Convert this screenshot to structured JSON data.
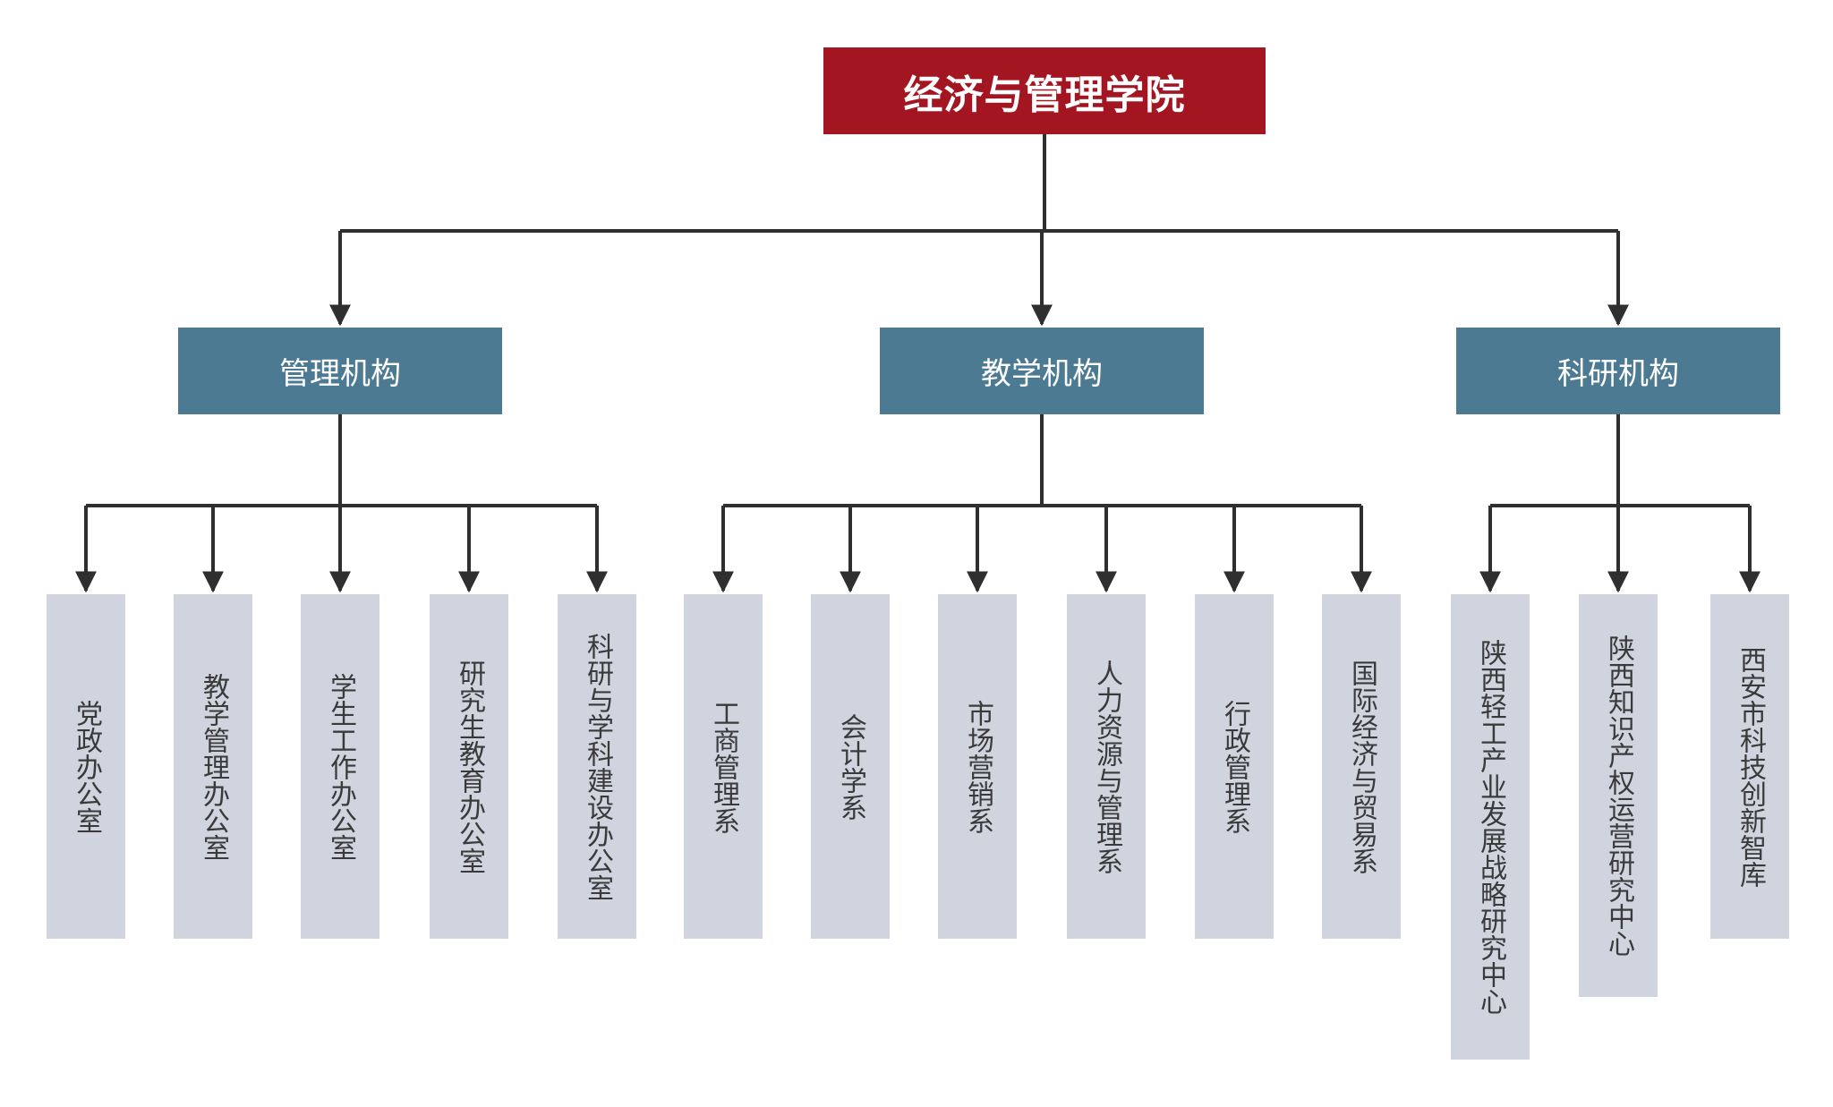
{
  "root": {
    "label": "经济与管理学院"
  },
  "groups": [
    {
      "label": "管理机构",
      "leaves": [
        "党政办公室",
        "教学管理办公室",
        "学生工作办公室",
        "研究生教育办公室",
        "科研与学科建设办公室"
      ]
    },
    {
      "label": "教学机构",
      "leaves": [
        "工商管理系",
        "会计学系",
        "市场营销系",
        "人力资源与管理系",
        "行政管理系",
        "国际经济与贸易系"
      ]
    },
    {
      "label": "科研机构",
      "leaves": [
        "陕西轻工产业发展战略研究中心",
        "陕西知识产权运营研究中心",
        "西安市科技创新智库"
      ]
    }
  ],
  "colors": {
    "root": "#a31621",
    "group": "#4d7a93",
    "leaf": "#cfd4de",
    "connector": "#2f2f2f"
  }
}
